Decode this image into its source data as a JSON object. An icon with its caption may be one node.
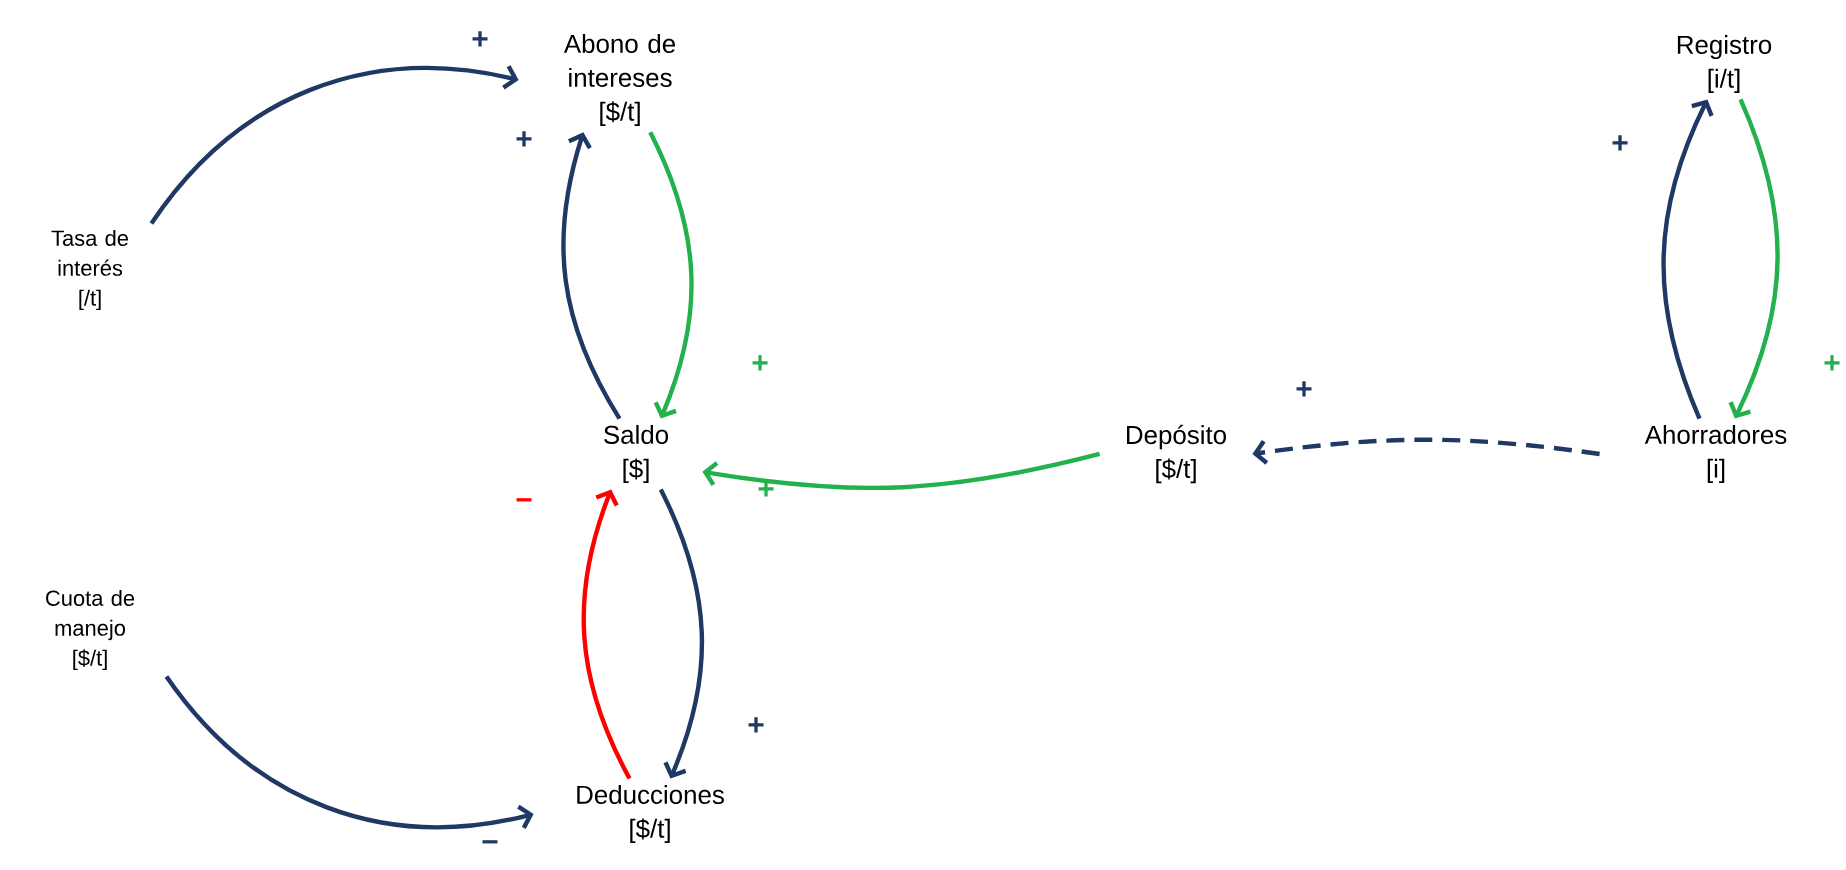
{
  "diagram": {
    "nodes": [
      {
        "text": [
          "Abono de intereses",
          "[$/t]"
        ]
      },
      {
        "text": [
          "Tasa de interés",
          "[/t]"
        ]
      },
      {
        "text": [
          "Saldo",
          "[$]"
        ]
      },
      {
        "text": [
          "Depósito",
          "[$/t]"
        ]
      },
      {
        "text": [
          "Registro",
          "[i/t]"
        ]
      },
      {
        "text": [
          "Ahorradores",
          "[i]"
        ]
      },
      {
        "text": [
          "Cuota de manejo",
          "[$/t]"
        ]
      },
      {
        "text": [
          "Deducciones",
          "[$/t]"
        ]
      }
    ],
    "edges": [
      {
        "from": 1,
        "to": 0,
        "arrow": "to",
        "label": "+"
      },
      {
        "from": 2,
        "to": 0,
        "arrow": "to",
        "label": "+"
      },
      {
        "from": 0,
        "to": 2,
        "arrow": "to",
        "label": "+",
        "color": "#22b14c"
      },
      {
        "from": 3,
        "to": 2,
        "arrow": "to",
        "label": "+",
        "color": "#22b14c"
      },
      {
        "from": 5,
        "to": 3,
        "arrow": "to",
        "label": "+",
        "style": "dashed"
      },
      {
        "from": 5,
        "to": 4,
        "arrow": "to",
        "label": "+"
      },
      {
        "from": 4,
        "to": 5,
        "arrow": "to",
        "label": "+",
        "color": "#22b14c"
      },
      {
        "from": 2,
        "to": 7,
        "arrow": "to",
        "label": "+"
      },
      {
        "from": 7,
        "to": 2,
        "arrow": "to",
        "label": "−",
        "color": "#ff0000"
      },
      {
        "from": 6,
        "to": 7,
        "arrow": "to",
        "label": "−"
      }
    ]
  }
}
